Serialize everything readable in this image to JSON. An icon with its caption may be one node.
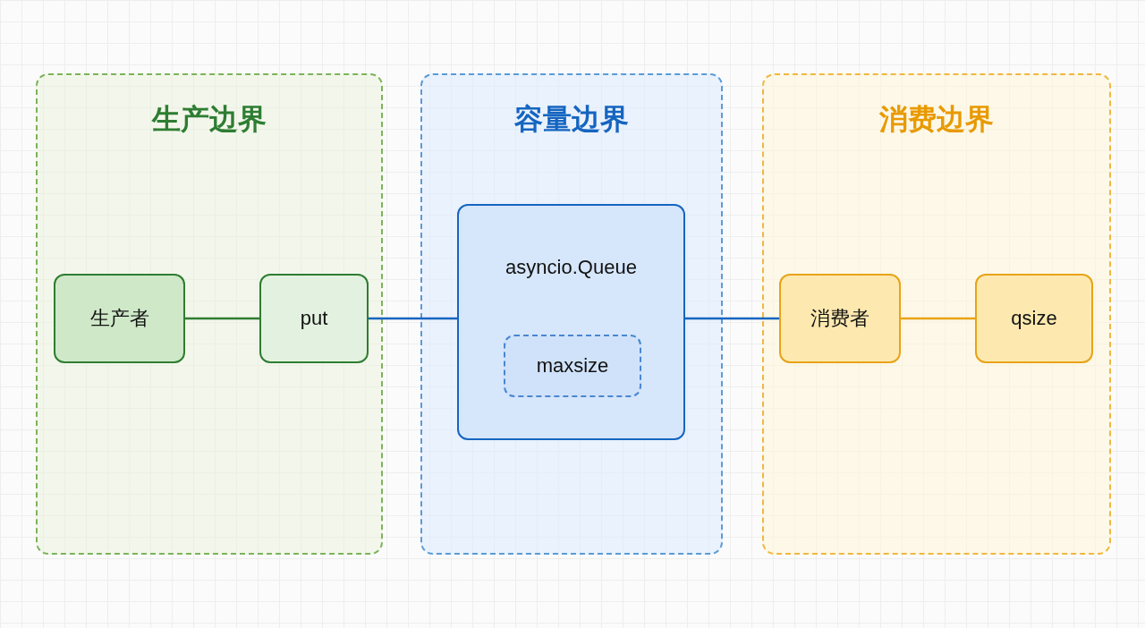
{
  "diagram": {
    "nodes": [
      {
        "text": [
          "生产边界"
        ]
      },
      {
        "text": [
          "生产者"
        ],
        "in": 0
      },
      {
        "text": [
          "put"
        ],
        "in": 0
      },
      {
        "text": [
          "容量边界"
        ]
      },
      {
        "text": [
          "asyncio.Queue"
        ],
        "in": 3
      },
      {
        "text": [
          "maxsize"
        ],
        "in": 4
      },
      {
        "text": [
          "消费边界"
        ]
      },
      {
        "text": [
          "消费者"
        ],
        "in": 6
      },
      {
        "text": [
          "qsize"
        ],
        "in": 6
      }
    ],
    "edges": [
      {
        "from": 1,
        "to": 2,
        "arrow": "none",
        "color": "#2e7d32"
      },
      {
        "from": 2,
        "to": 4,
        "arrow": "none",
        "color": "#1565c0"
      },
      {
        "from": 4,
        "to": 7,
        "arrow": "none",
        "color": "#1565c0"
      },
      {
        "from": 7,
        "to": 8,
        "arrow": "none",
        "color": "#e8a317"
      }
    ]
  }
}
